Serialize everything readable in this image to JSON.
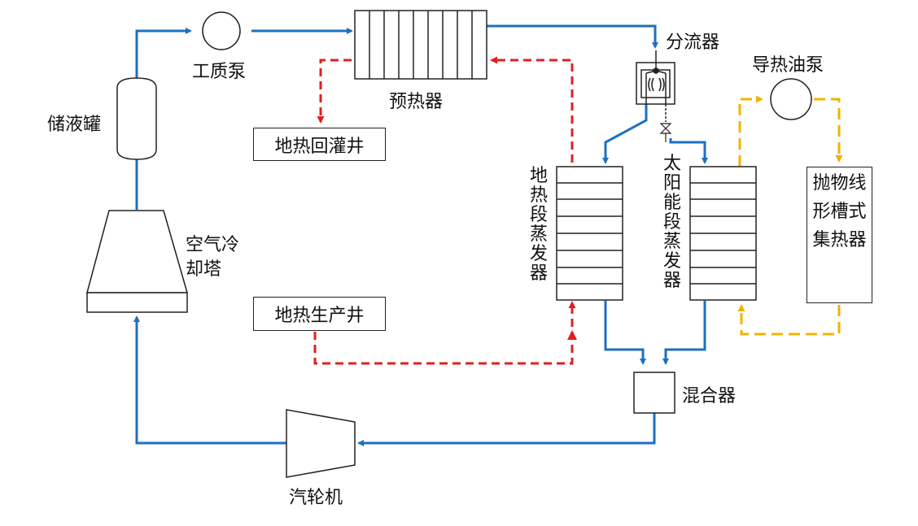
{
  "labels": {
    "pump": "工质泵",
    "preheater": "预热器",
    "splitter": "分流器",
    "oil_pump": "导热油泵",
    "tank": "储液罐",
    "reinjection_well": "地热回灌井",
    "geo_evaporator": "地热段蒸发器",
    "solar_evaporator": "太阳能段蒸发器",
    "collector": "抛物线形槽式集热器",
    "cooling_tower": "空气冷却塔",
    "production_well": "地热生产井",
    "mixer": "混合器",
    "turbine": "汽轮机"
  },
  "colors": {
    "working_fluid": "#1f6fbf",
    "geothermal_fluid": "#e02020",
    "thermal_oil": "#f0b400",
    "outline": "#222222"
  }
}
